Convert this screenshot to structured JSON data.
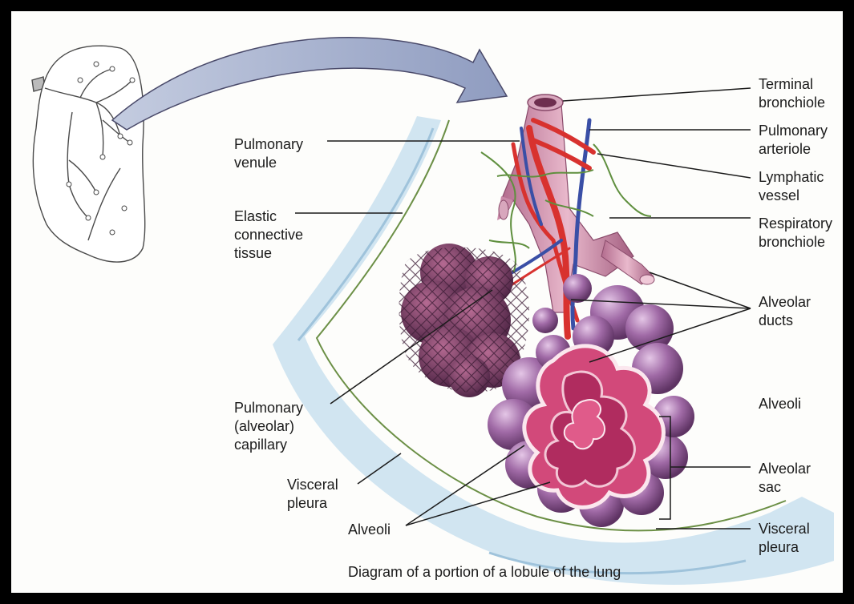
{
  "caption": "Diagram of a portion of a lobule of the lung",
  "labels": {
    "terminal_bronchiole": "Terminal\nbronchiole",
    "pulmonary_arteriole": "Pulmonary\narteriole",
    "lymphatic_vessel": "Lymphatic\nvessel",
    "respiratory_bronchiole": "Respiratory\nbronchiole",
    "alveolar_ducts": "Alveolar\nducts",
    "alveoli_right": "Alveoli",
    "alveolar_sac": "Alveolar\nsac",
    "visceral_pleura_right": "Visceral\npleura",
    "pulmonary_venule": "Pulmonary\nvenule",
    "elastic_connective_tissue": "Elastic\nconnective\ntissue",
    "pulmonary_capillary": "Pulmonary\n(alveolar)\ncapillary",
    "visceral_pleura_left": "Visceral\npleura",
    "alveoli_bottom": "Alveoli"
  },
  "colors": {
    "frame": "#000000",
    "paper": "#fdfdfb",
    "arrow": "#a7b3cf",
    "pleura": "#bcd7ea",
    "alveoli": "#8e5a92",
    "sac_interior": "#d2497a",
    "artery": "#d8322f",
    "vein": "#3a4fa6",
    "lymph": "#5f8f3e",
    "bronchiole": "#d99ab4"
  }
}
